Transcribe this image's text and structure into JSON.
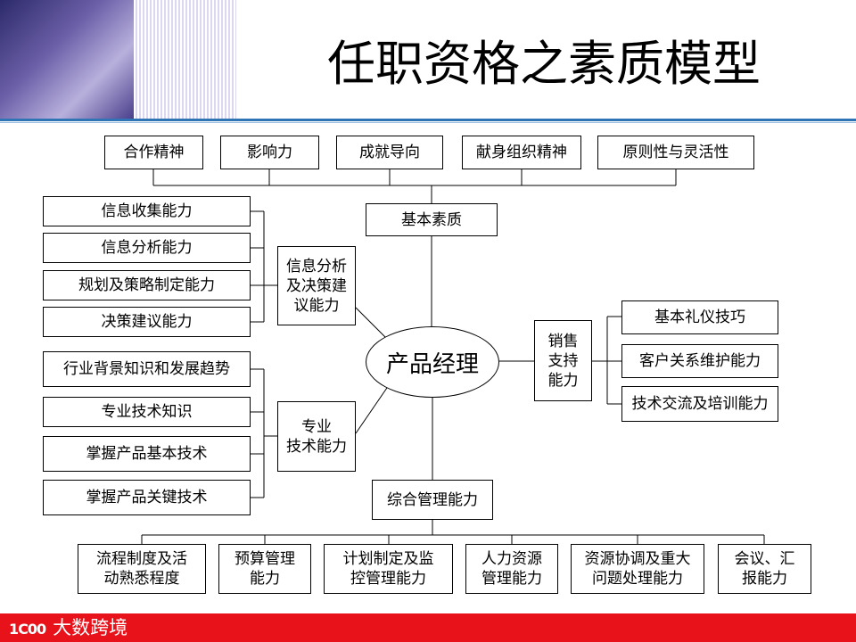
{
  "title": "任职资格之素质模型",
  "footer": {
    "logo_mark": "1C00",
    "logo_text": "大数跨境"
  },
  "center": "产品经理",
  "basic": {
    "label": "基本素质",
    "items": [
      "合作精神",
      "影响力",
      "成就导向",
      "献身组织精神",
      "原则性与灵活性"
    ]
  },
  "info_analysis": {
    "label": "信息分析\n及决策建\n议能力",
    "items": [
      "信息收集能力",
      "信息分析能力",
      "规划及策略制定能力",
      "决策建议能力"
    ]
  },
  "professional": {
    "label": "专业\n技术能力",
    "items": [
      "行业背景知识和发展趋势",
      "专业技术知识",
      "掌握产品基本技术",
      "掌握产品关键技术"
    ]
  },
  "sales_support": {
    "label": "销售\n支持\n能力",
    "items": [
      "基本礼仪技巧",
      "客户关系维护能力",
      "技术交流及培训能力"
    ]
  },
  "management": {
    "label": "综合管理能力",
    "items": [
      "流程制度及活\n动熟悉程度",
      "预算管理\n能力",
      "计划制定及监\n控管理能力",
      "人力资源\n管理能力",
      "资源协调及重大\n问题处理能力",
      "会议、汇\n报能力"
    ]
  }
}
